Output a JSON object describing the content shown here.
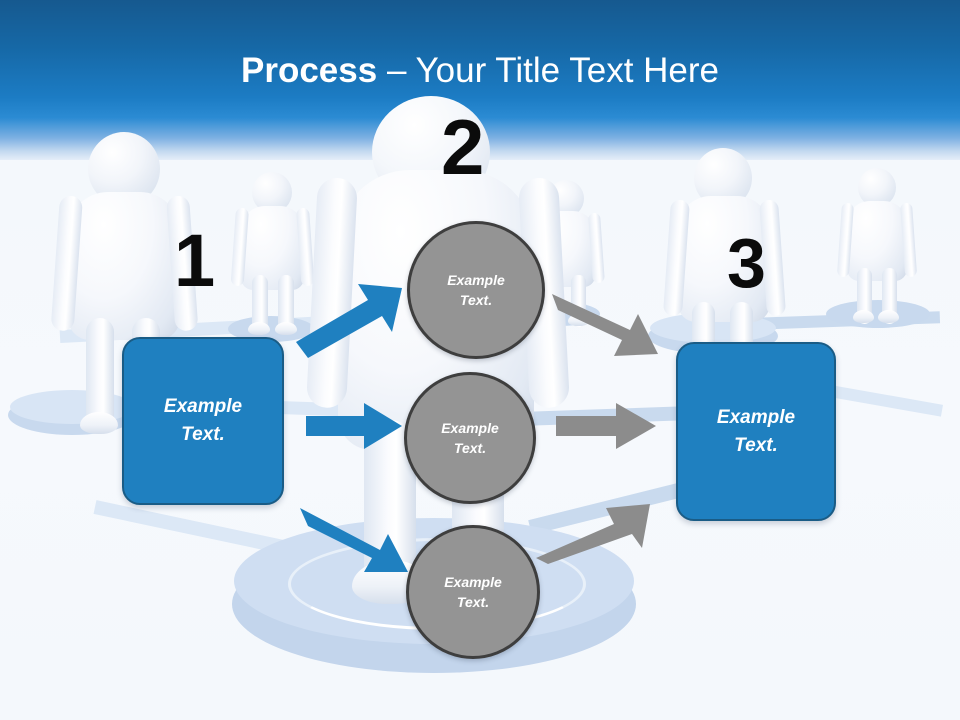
{
  "slide": {
    "title_bold": "Process",
    "title_separator": " – ",
    "title_rest": "Your Title Text Here",
    "background_top_color": "#16598f",
    "background_mid_color": "#1f80ca",
    "background_bottom_color": "#f4f8fc"
  },
  "steps": [
    {
      "number": "1"
    },
    {
      "number": "2"
    },
    {
      "number": "3"
    }
  ],
  "boxes": {
    "left": {
      "line1": "Example",
      "line2": "Text.",
      "fill_color": "#1f80c0",
      "border_color": "#1a5c86"
    },
    "right": {
      "line1": "Example",
      "line2": "Text.",
      "fill_color": "#1f80c0",
      "border_color": "#1a5c86"
    }
  },
  "circles": [
    {
      "line1": "Example",
      "line2": "Text.",
      "fill_color": "#949494",
      "border_color": "#3e3e3e"
    },
    {
      "line1": "Example",
      "line2": "Text.",
      "fill_color": "#949494",
      "border_color": "#3e3e3e"
    },
    {
      "line1": "Example",
      "line2": "Text.",
      "fill_color": "#949494",
      "border_color": "#3e3e3e"
    }
  ],
  "arrows": {
    "blue_color": "#1f80c0",
    "gray_color": "#8c8c8c",
    "items": [
      {
        "name": "arrow-left-to-circle-top",
        "direction": "up-right",
        "color": "blue"
      },
      {
        "name": "arrow-left-to-circle-middle",
        "direction": "right",
        "color": "blue"
      },
      {
        "name": "arrow-left-to-circle-bottom",
        "direction": "down-right",
        "color": "blue"
      },
      {
        "name": "arrow-circle-top-to-right",
        "direction": "down-right",
        "color": "gray"
      },
      {
        "name": "arrow-circle-middle-to-right",
        "direction": "right",
        "color": "gray"
      },
      {
        "name": "arrow-circle-bottom-to-right",
        "direction": "up-right",
        "color": "gray"
      }
    ]
  }
}
